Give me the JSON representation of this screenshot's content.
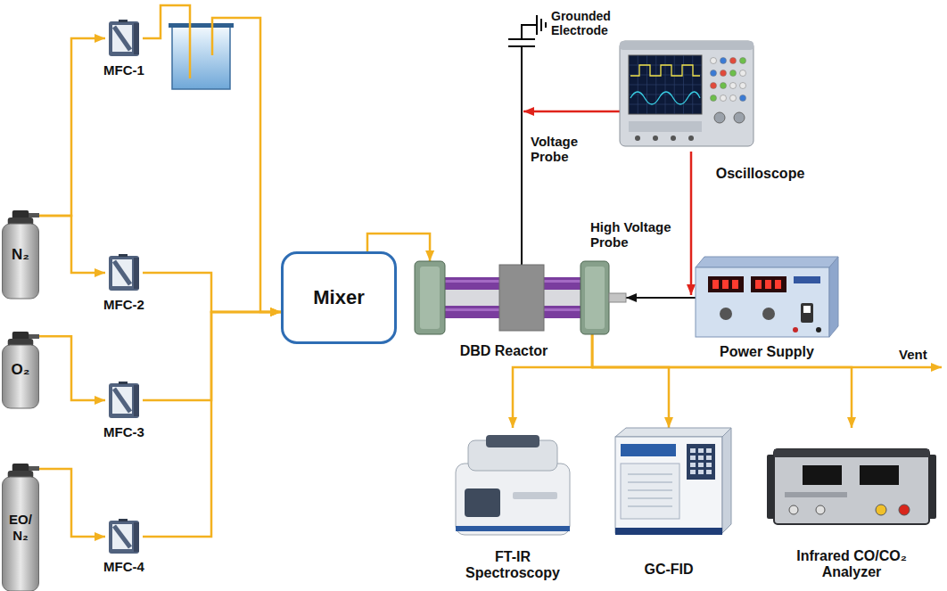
{
  "diagram": {
    "nodes": [
      {
        "text": [
          "N₂"
        ]
      },
      {
        "text": [
          "MFC-1"
        ]
      },
      {
        "text": [
          "MFC-2"
        ]
      },
      {
        "text": [
          "O₂"
        ]
      },
      {
        "text": [
          "MFC-3"
        ]
      },
      {
        "text": [
          "EO/ N₂"
        ]
      },
      {
        "text": [
          "MFC-4"
        ]
      },
      {
        "text": [
          "Mixer"
        ]
      },
      {
        "text": [
          "DBD Reactor"
        ]
      },
      {
        "text": [
          "Oscilloscope"
        ]
      },
      {
        "text": [
          "Power Supply"
        ]
      },
      {
        "text": [
          "FT-IR Spectroscopy"
        ]
      },
      {
        "text": [
          "GC-FID"
        ]
      },
      {
        "text": [
          "Infrared CO/CO₂ Analyzer"
        ]
      }
    ],
    "edges": [
      {
        "from": 0,
        "to": 1,
        "arrow": "to"
      },
      {
        "from": 0,
        "to": 2,
        "arrow": "to"
      },
      {
        "from": 3,
        "to": 4,
        "arrow": "to"
      },
      {
        "from": 5,
        "to": 6,
        "arrow": "to"
      },
      {
        "from": 1,
        "to": 7,
        "arrow": "to"
      },
      {
        "from": 2,
        "to": 7,
        "arrow": "to"
      },
      {
        "from": 4,
        "to": 7,
        "arrow": "to"
      },
      {
        "from": 6,
        "to": 7,
        "arrow": "to"
      },
      {
        "from": 7,
        "to": 8,
        "arrow": "to"
      },
      {
        "from": 10,
        "to": 8,
        "arrow": "to"
      },
      {
        "from": 8,
        "to": 11,
        "arrow": "to"
      },
      {
        "from": 8,
        "to": 12,
        "arrow": "to"
      },
      {
        "from": 8,
        "to": 13,
        "arrow": "to"
      }
    ],
    "labels": [
      "Grounded Electrode",
      "Voltage Probe",
      "High Voltage Probe",
      "Vent"
    ]
  }
}
